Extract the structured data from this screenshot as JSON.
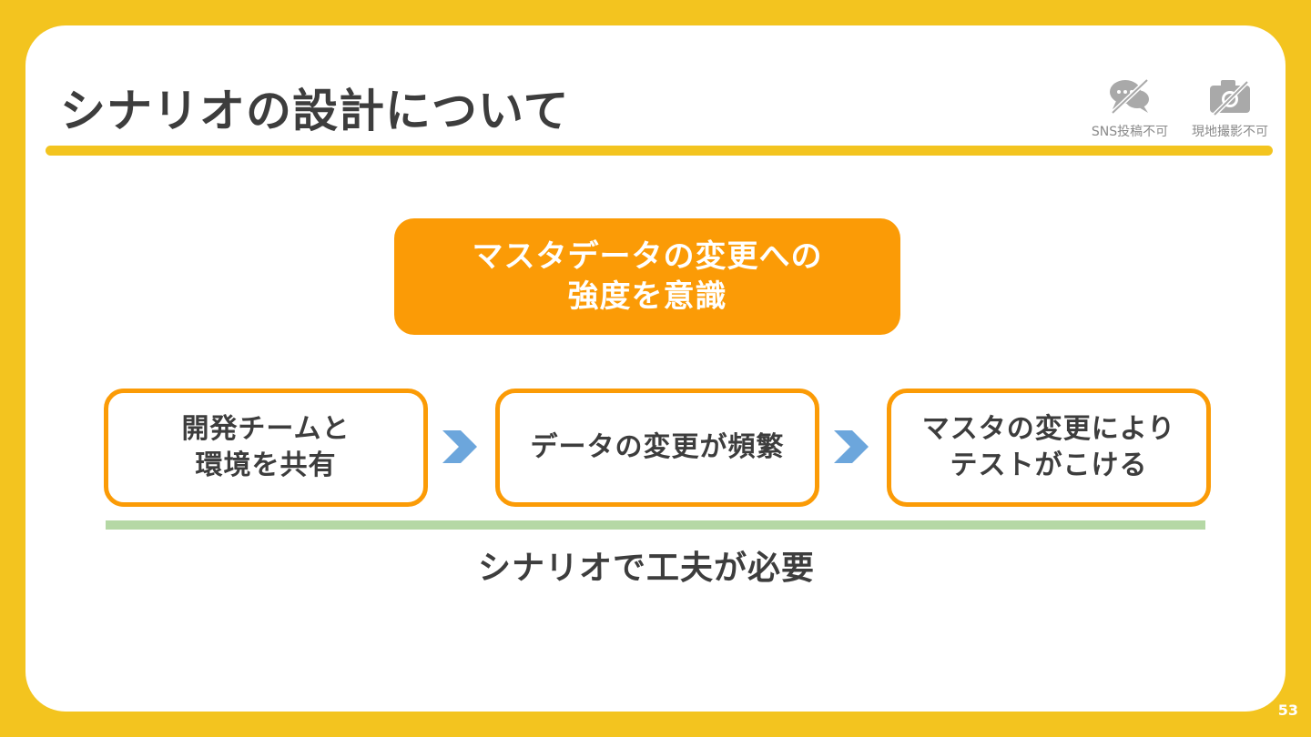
{
  "slide": {
    "title": "シナリオの設計について",
    "page_number": "53"
  },
  "notices": [
    {
      "label": "SNS投稿不可",
      "icon": "no-chat-icon"
    },
    {
      "label": "現地撮影不可",
      "icon": "no-camera-icon"
    }
  ],
  "highlight": {
    "lines": [
      "マスタデータの変更への",
      "強度を意識"
    ]
  },
  "flow": [
    {
      "lines": [
        "開発チームと",
        "環境を共有"
      ]
    },
    {
      "lines": [
        "データの変更が頻繁"
      ]
    },
    {
      "lines": [
        "マスタの変更により",
        "テストがこける"
      ]
    }
  ],
  "conclusion": "シナリオで工夫が必要",
  "colors": {
    "background": "#f3c41f",
    "accent_orange": "#fb9b06",
    "arrow_blue": "#6ca6dc",
    "conclusion_bar": "#b5d8a5",
    "text": "#3d3d3d"
  }
}
